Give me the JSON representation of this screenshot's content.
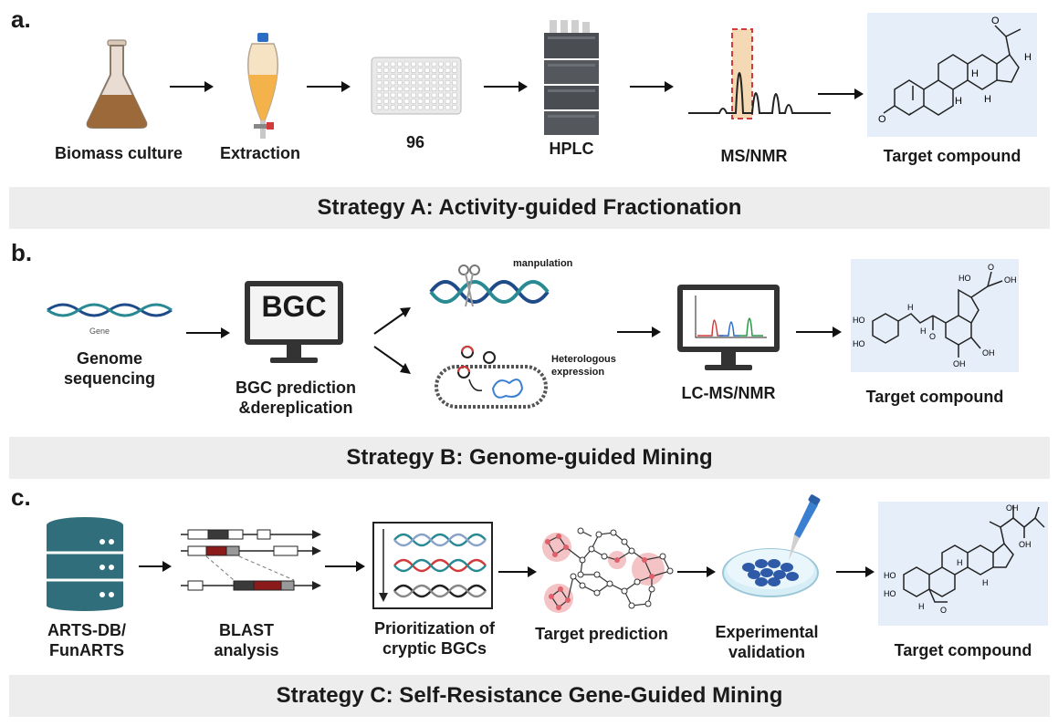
{
  "panel_a": {
    "letter": "a.",
    "steps": [
      "Biomass culture",
      "Extraction",
      "96",
      "HPLC",
      "MS/NMR",
      "Target compound"
    ],
    "strategy": "Strategy A: Activity-guided Fractionation",
    "molecule_labels": {
      "o1": "O",
      "o2": "O",
      "h1": "H",
      "h2": "H",
      "h3": "H",
      "h4": "H"
    }
  },
  "panel_b": {
    "letter": "b.",
    "gene_text": "Gene",
    "bgc_screen": "BGC",
    "steps": [
      "Genome\nsequencing",
      "BGC prediction\n&dereplication",
      "LC-MS/NMR",
      "Target compound"
    ],
    "manipulation": "manpulation",
    "heterologous": "Heterologous\nexpression",
    "strategy": "Strategy B: Genome-guided Mining",
    "molecule_labels": {
      "ho1": "HO",
      "ho2": "HO",
      "ho3": "HO",
      "oh1": "OH",
      "oh2": "OH",
      "oh3": "OH",
      "o": "O",
      "o2": "O",
      "h1": "H",
      "h2": "H"
    }
  },
  "panel_c": {
    "letter": "c.",
    "steps": [
      "ARTS-DB/\nFunARTS",
      "BLAST\nanalysis",
      "Prioritization of\ncryptic BGCs",
      "Target prediction",
      "Experimental\nvalidation",
      "Target compound"
    ],
    "strategy": "Strategy C: Self-Resistance Gene-Guided Mining",
    "molecule_labels": {
      "ho1": "HO",
      "ho2": "HO",
      "oh1": "OH",
      "oh2": "OH",
      "o": "O",
      "h1": "H",
      "h2": "H",
      "h3": "H"
    }
  },
  "colors": {
    "db_teal": "#2f6e7a",
    "flask_liquid": "#9c6a3a",
    "funnel_liquid": "#f3b24a",
    "dna_dark": "#1f4b8a",
    "dna_teal": "#2a8a94",
    "bgc_red": "#8b1a1a",
    "network_red": "#e0606a",
    "target_bg": "#e6eef9",
    "banner_bg": "#ededed"
  }
}
